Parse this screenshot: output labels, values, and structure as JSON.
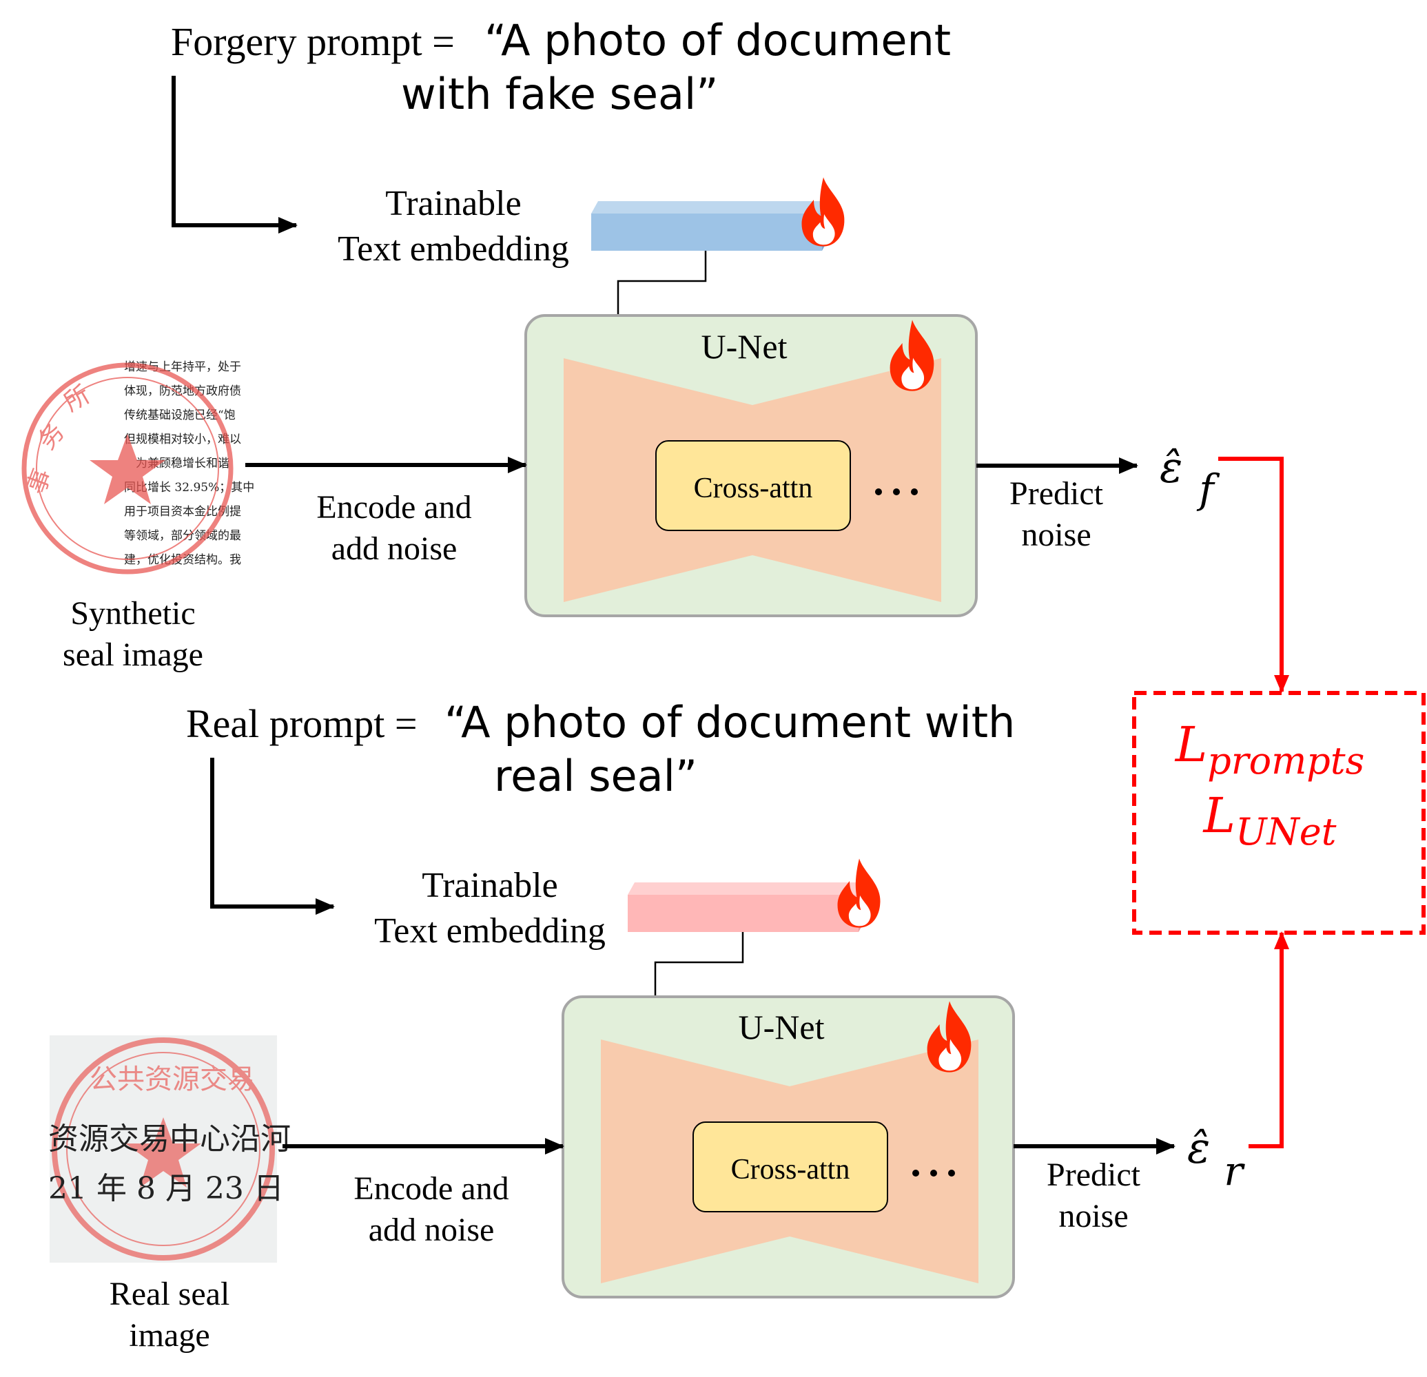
{
  "top": {
    "prompt_prefix": "Forgery prompt =",
    "prompt_line1": "“A photo of document",
    "prompt_line2": "with fake seal”",
    "embedding_label_line1": "Trainable",
    "embedding_label_line2": "Text embedding",
    "unet_title": "U-Net",
    "crossattn_label": "Cross-attn",
    "ellipsis": "…",
    "encode_line1": "Encode and",
    "encode_line2": "add noise",
    "predict_line1": "Predict",
    "predict_line2": "noise",
    "image_label_line1": "Synthetic",
    "image_label_line2": "seal image",
    "output_symbol": "ε̂",
    "output_subscript": "f",
    "embedding_color": "#9dc3e6",
    "doc_lines": [
      "增速与上年持平，处于",
      "体现，防范地方政府债",
      "传统基础设施已经“饱",
      "但规模相对较小，难以",
      "　为兼顾稳增长和谐",
      "同比增长 32.95%；其中",
      "用于项目资本金比例提",
      "等领域，部分领域的最",
      "建，优化投资结构。我"
    ],
    "seal_chars": [
      "事",
      "务",
      "所"
    ]
  },
  "bottom": {
    "prompt_prefix": "Real prompt =",
    "prompt_line1": "“A photo of document with",
    "prompt_line2": "real seal”",
    "embedding_label_line1": "Trainable",
    "embedding_label_line2": "Text embedding",
    "unet_title": "U-Net",
    "crossattn_label": "Cross-attn",
    "ellipsis": "…",
    "encode_line1": "Encode and",
    "encode_line2": "add noise",
    "predict_line1": "Predict",
    "predict_line2": "noise",
    "image_label_line1": "Real seal",
    "image_label_line2": "image",
    "output_symbol": "ε̂",
    "output_subscript": "r",
    "embedding_color": "#ffb7b7",
    "doc_line1": "资源交易中心沿河",
    "doc_line2": "21 年 8 月 23 日",
    "seal_ring_text": "公共资源交易"
  },
  "loss": {
    "line1_main": "L",
    "line1_sub": "prompts",
    "line2_main": "L",
    "line2_sub": "UNet",
    "color": "#ff0000"
  },
  "colors": {
    "unet_bg": "#e2efda",
    "unet_border": "#a6a6a6",
    "bowtie": "#f8cbad",
    "crossattn_fill": "#ffe699",
    "flame": "#ff2a00",
    "seal_red": "#e8534f"
  }
}
